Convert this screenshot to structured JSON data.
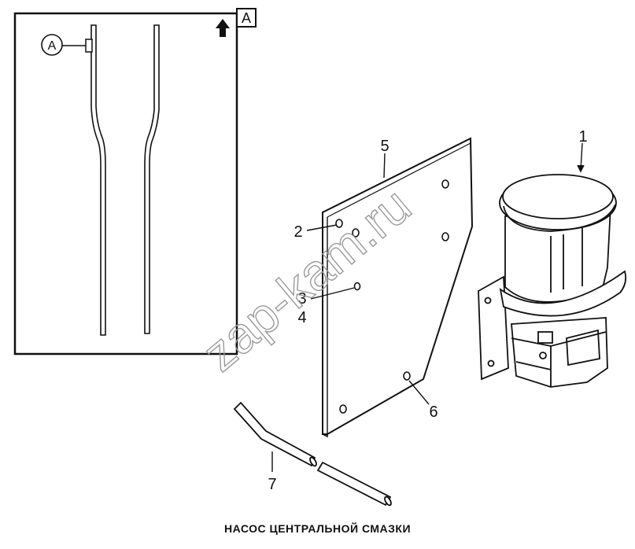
{
  "inset": {
    "view_label": "A",
    "detail_marker": "A"
  },
  "callouts": {
    "c1": "1",
    "c2": "2",
    "c3": "3",
    "c4": "4",
    "c5": "5",
    "c6": "6",
    "c7": "7"
  },
  "watermark": "zap-kam.ru",
  "caption": "НАСОС ЦЕНТРАЛЬНОЙ СМАЗКИ"
}
